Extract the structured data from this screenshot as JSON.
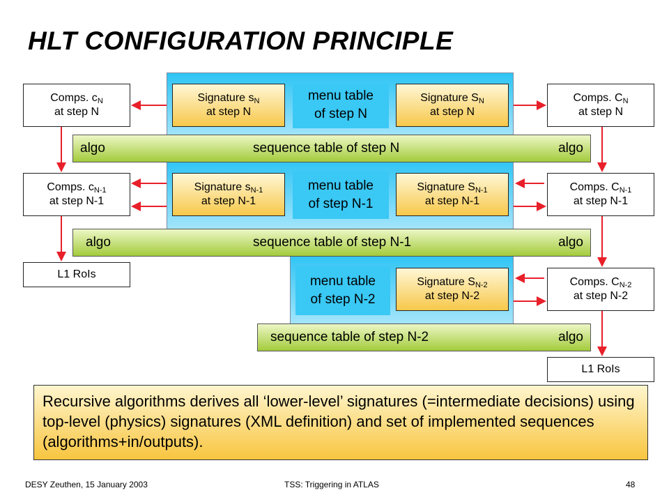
{
  "title": "HLT CONFIGURATION PRINCIPLE",
  "steps": {
    "n": {
      "menu_line1": "menu table",
      "menu_line2": "of step N",
      "sig_left_pre": "Signature s",
      "sig_left_sub": "N",
      "sig_left_line2": "at step N",
      "sig_right_pre": "Signature S",
      "sig_right_sub": "N",
      "sig_right_line2": "at step N",
      "comp_left_pre": "Comps. c",
      "comp_left_sub": "N",
      "comp_left_line2": "at step N",
      "comp_right_pre": "Comps. C",
      "comp_right_sub": "N",
      "comp_right_line2": "at step N",
      "seq_left": "algo",
      "seq_center": "sequence table of step N",
      "seq_right": "algo"
    },
    "n1": {
      "menu_line1": "menu table",
      "menu_line2": "of step N-1",
      "sig_left_pre": "Signature s",
      "sig_left_sub": "N-1",
      "sig_left_line2": "at step N-1",
      "sig_right_pre": "Signature S",
      "sig_right_sub": "N-1",
      "sig_right_line2": "at step N-1",
      "comp_left_pre": "Comps. c",
      "comp_left_sub": "N-1",
      "comp_left_line2": "at step N-1",
      "comp_right_pre": "Comps. C",
      "comp_right_sub": "N-1",
      "comp_right_line2": "at step N-1",
      "seq_left": "algo",
      "seq_center": "sequence table of step N-1",
      "seq_right": "algo"
    },
    "n2": {
      "menu_line1": "menu table",
      "menu_line2": "of step N-2",
      "sig_right_pre": "Signature S",
      "sig_right_sub": "N-2",
      "sig_right_line2": "at step N-2",
      "comp_right_pre": "Comps. C",
      "comp_right_sub": "N-2",
      "comp_right_line2": "at step N-2",
      "seq_center": "sequence table of step N-2",
      "seq_right": "algo"
    }
  },
  "l1_rois_left": "L1 RoIs",
  "l1_rois_right": "L1 RoIs",
  "callout": "Recursive algorithms derives all ‘lower-level’ signatures (=intermediate decisions) using top-level (physics) signatures (XML definition) and set of implemented sequences (algorithms+in/outputs).",
  "footer": {
    "left": "DESY Zeuthen, 15 January 2003",
    "center": "TSS: Triggering in ATLAS",
    "page": "48"
  },
  "colors": {
    "arrow": "#e8202a",
    "panel": "#2ec4f4",
    "signature": "#f7c84a",
    "sequence": "#a3cb3c"
  }
}
